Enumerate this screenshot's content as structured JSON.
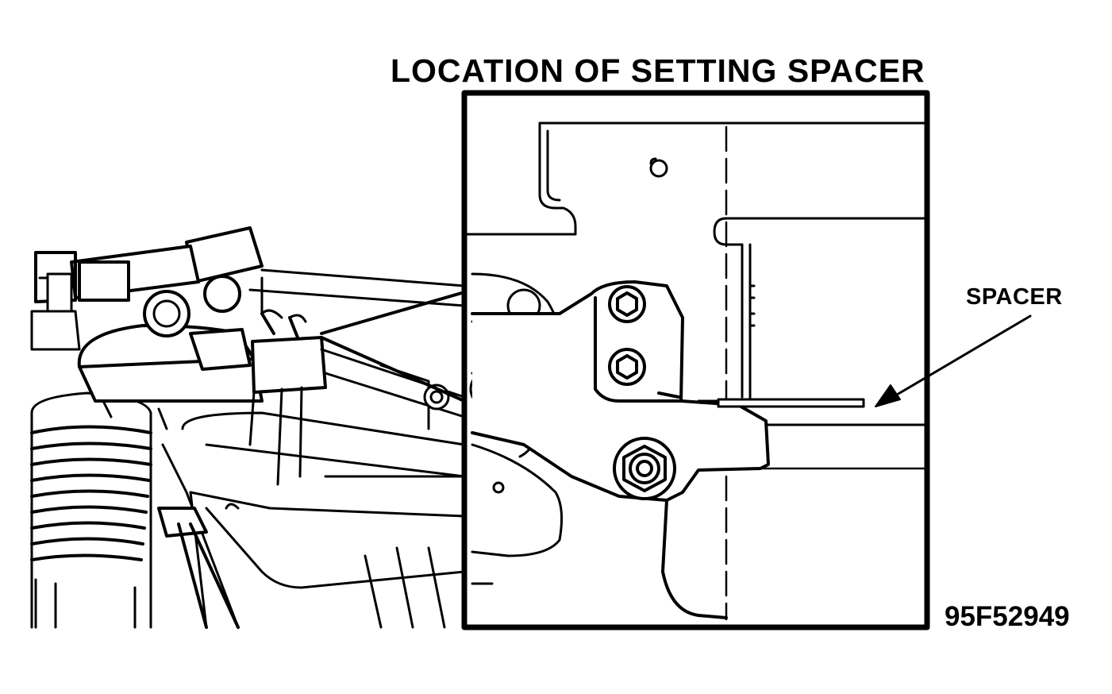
{
  "figure": {
    "title": "LOCATION OF SETTING SPACER",
    "callout_label": "SPACER",
    "figure_code": "95F52949"
  },
  "colors": {
    "ink": "#000000",
    "paper": "#ffffff"
  },
  "icons": [
    "arrow-icon"
  ]
}
